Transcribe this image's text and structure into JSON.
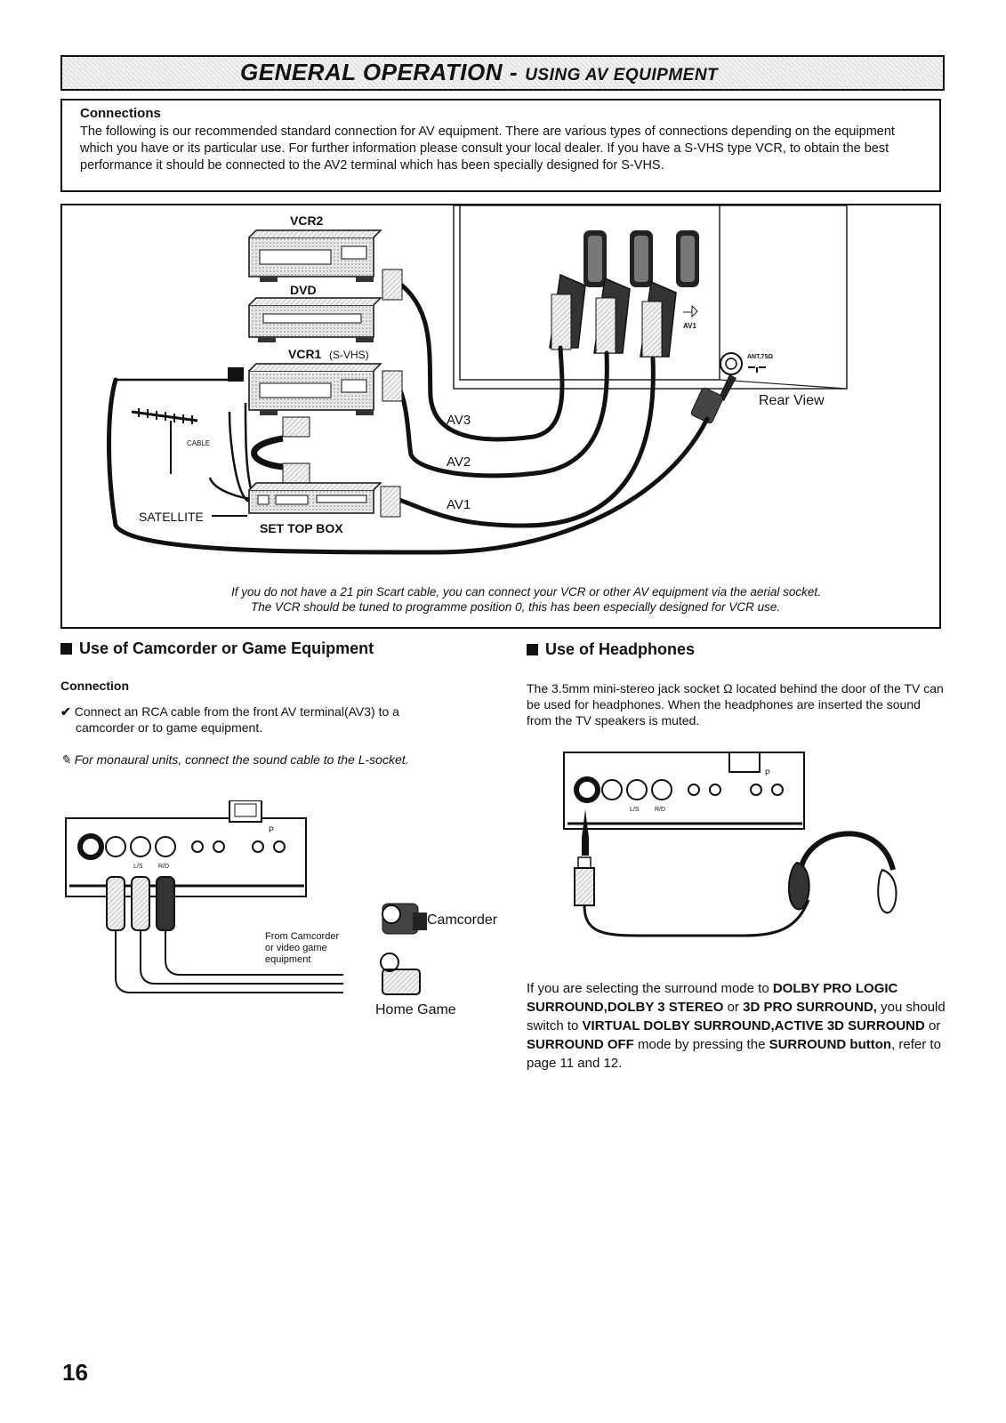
{
  "header": {
    "title_main": "GENERAL OPERATION",
    "title_sep": "-",
    "title_sub": "USING AV EQUIPMENT"
  },
  "connections": {
    "heading": "Connections",
    "text": "The following is our recommended standard connection for AV equipment. There are various types of connections depending on the equipment which you have or its particular use. For further information please consult your local dealer. If you have a S-VHS type VCR, to obtain the best performance it should be connected to the AV2 terminal which has been specially designed for S-VHS."
  },
  "diagram": {
    "vcr2": "VCR2",
    "dvd": "DVD",
    "vcr1": "VCR1",
    "vcr1_sub": "(S-VHS)",
    "cable": "CABLE",
    "satellite": "SATELLITE",
    "set_top_box": "SET TOP BOX",
    "av3": "AV3",
    "av2": "AV2",
    "av1": "AV1",
    "av1_socket": "AV1",
    "ant": "ANT.75Ω",
    "rear_view": "Rear View",
    "note_line1": "If you do not have a 21 pin Scart cable, you can connect your VCR or other AV equipment via the aerial socket.",
    "note_line2": "The VCR should be tuned to programme position 0, this has been especially designed for VCR use."
  },
  "camcorder_section": {
    "heading": "Use of Camcorder or Game Equipment",
    "connection_label": "Connection",
    "step_line1": "Connect an RCA cable from the front AV terminal(AV3) to a",
    "step_line2": "camcorder or to game equipment.",
    "note": "For monaural units, connect the sound cable to the L-socket.",
    "panel_ls": "L/S",
    "panel_rd": "R/D",
    "panel_p": "P",
    "from_label_1": "From Camcorder",
    "from_label_2": "or video game",
    "from_label_3": "equipment",
    "camcorder": "Camcorder",
    "home_game": "Home Game"
  },
  "headphones_section": {
    "heading": "Use of Headphones",
    "text": "The 3.5mm mini-stereo jack socket Ω located behind the door of the TV can be used for headphones. When the headphones are inserted the sound from the TV speakers is muted.",
    "panel_ls": "L/S",
    "panel_rd": "R/D",
    "panel_p": "P"
  },
  "surround_note": {
    "t1": "If you are selecting the surround mode to ",
    "b1": "DOLBY PRO LOGIC SURROUND,DOLBY 3 STEREO",
    "t2": " or ",
    "b2": "3D PRO SURROUND,",
    "t3": " you should switch to ",
    "b3": "VIRTUAL DOLBY SURROUND,ACTIVE 3D SURROUND",
    "t4": " or ",
    "b4": "SURROUND OFF",
    "t5": " mode by pressing the ",
    "b5": "SURROUND button",
    "t6": ", refer to page 11 and 12."
  },
  "page_number": "16"
}
